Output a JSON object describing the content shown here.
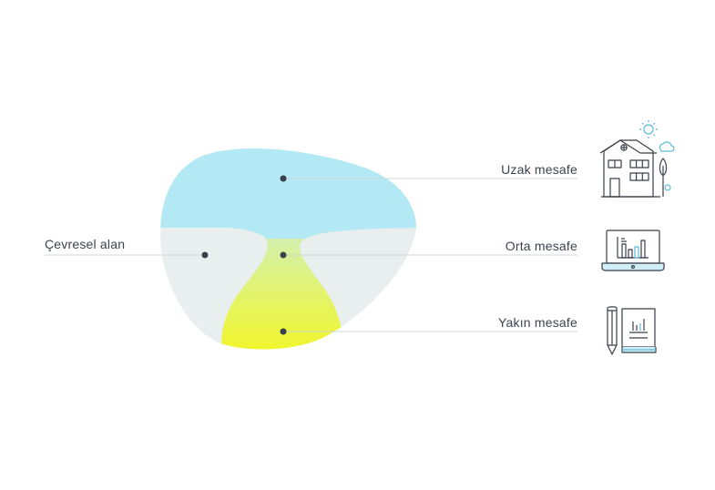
{
  "labels": {
    "far": "Uzak mesafe",
    "intermediate": "Orta mesafe",
    "near": "Yakın mesafe",
    "peripheral": "Çevresel alan"
  },
  "zones": {
    "far_color": "#b3e9f4",
    "peripheral_color": "#e9eeee",
    "gradient_top": "#c2eedf",
    "gradient_bottom": "#f3f52a"
  },
  "icons": {
    "far": "house-icon",
    "intermediate": "laptop-icon",
    "near": "book-pencil-icon"
  }
}
